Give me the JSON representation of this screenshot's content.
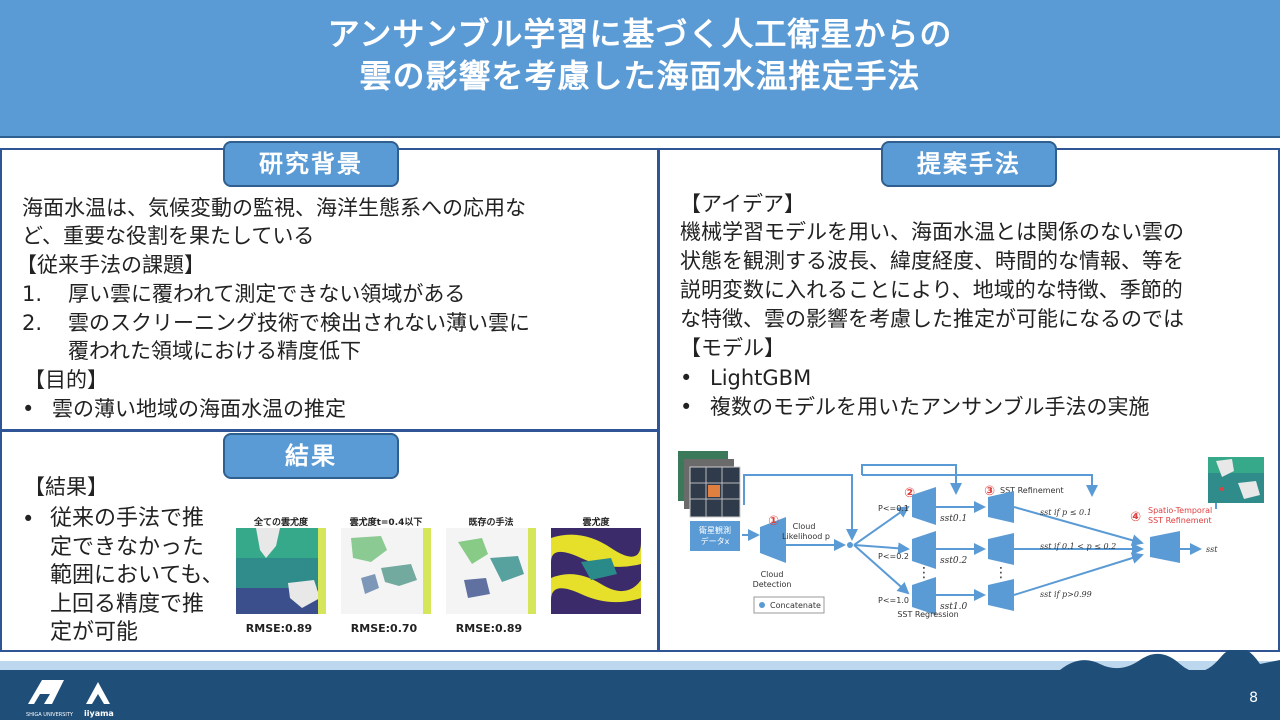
{
  "title": {
    "line1": "アンサンブル学習に基づく人工衛星からの",
    "line2": "雲の影響を考慮した海面水温推定手法"
  },
  "background": {
    "heading": "研究背景",
    "intro_line1": "海面水温は、気候変動の監視、海洋生態系への応用な",
    "intro_line2": "ど、重要な役割を果たしている",
    "issues_heading": "【従来手法の課題】",
    "issues": [
      {
        "num": "1.",
        "line1": "厚い雲に覆われて測定できない領域がある",
        "line2": ""
      },
      {
        "num": "2.",
        "line1": "雲のスクリーニング技術で検出されない薄い雲に",
        "line2": "覆われた領域における精度低下"
      }
    ],
    "goal_heading": "【目的】",
    "goal_bullet": "•",
    "goal": "雲の薄い地域の海面水温の推定"
  },
  "results": {
    "heading": "結果",
    "sub_heading": "【結果】",
    "bullet": "•",
    "lines": [
      "従来の手法で推",
      "定できなかった",
      "範囲においても、",
      "上回る精度で推",
      "定が可能"
    ],
    "maps": [
      {
        "title": "全ての雲尤度",
        "rmse": "RMSE:0.89"
      },
      {
        "title": "雲尤度t=0.4以下",
        "rmse": "RMSE:0.70"
      },
      {
        "title": "既存の手法",
        "rmse": "RMSE:0.89"
      },
      {
        "title": "雲尤度",
        "rmse": ""
      }
    ]
  },
  "proposal": {
    "heading": "提案手法",
    "idea_heading": "【アイデア】",
    "idea_lines": [
      "機械学習モデルを用い、海面水温とは関係のない雲の",
      "状態を観測する波長、緯度経度、時間的な情報、等を",
      "説明変数に入れることにより、地域的な特徴、季節的",
      "な特徴、雲の影響を考慮した推定が可能になるのでは"
    ],
    "model_heading": "【モデル】",
    "bullet": "•",
    "models": [
      "LightGBM",
      "複数のモデルを用いたアンサンブル手法の実施"
    ],
    "diagram": {
      "input_label_1": "衛星観測",
      "input_label_2": "データx",
      "step1": "①",
      "step2": "②",
      "step3": "③",
      "step4": "④",
      "cloud_likelihood_1": "Cloud",
      "cloud_likelihood_2": "Likelihood p",
      "cloud_detection_1": "Cloud",
      "cloud_detection_2": "Detection",
      "concatenate": "Concatenate",
      "p01": "P<=0.1",
      "p02": "P<=0.2",
      "p10": "P<=1.0",
      "sst01": "sst0.1",
      "sst02": "sst0.2",
      "sst10": "sst1.0",
      "sst_refinement": "SST Refinement",
      "sst_regression": "SST Regression",
      "cond1": "sst  if  p ≤ 0.1",
      "cond2": "sst  if  0.1 < p ≤ 0.2",
      "cond3": "sst  if  p>0.99",
      "spatio_1": "Spatio-Temporal",
      "spatio_2": "SST Refinement",
      "sst_out": "sst",
      "dots": "⋮"
    }
  },
  "footer": {
    "page_number": "8",
    "logo_text_1": "SHIGA UNIVERSITY",
    "logo_text_2": "iiyama"
  },
  "colors": {
    "banner": "#5b9bd5",
    "panel_border": "#2f5597",
    "footer": "#1f4e79",
    "diagram_blue": "#5b9bd5",
    "diagram_red": "#e04040"
  }
}
